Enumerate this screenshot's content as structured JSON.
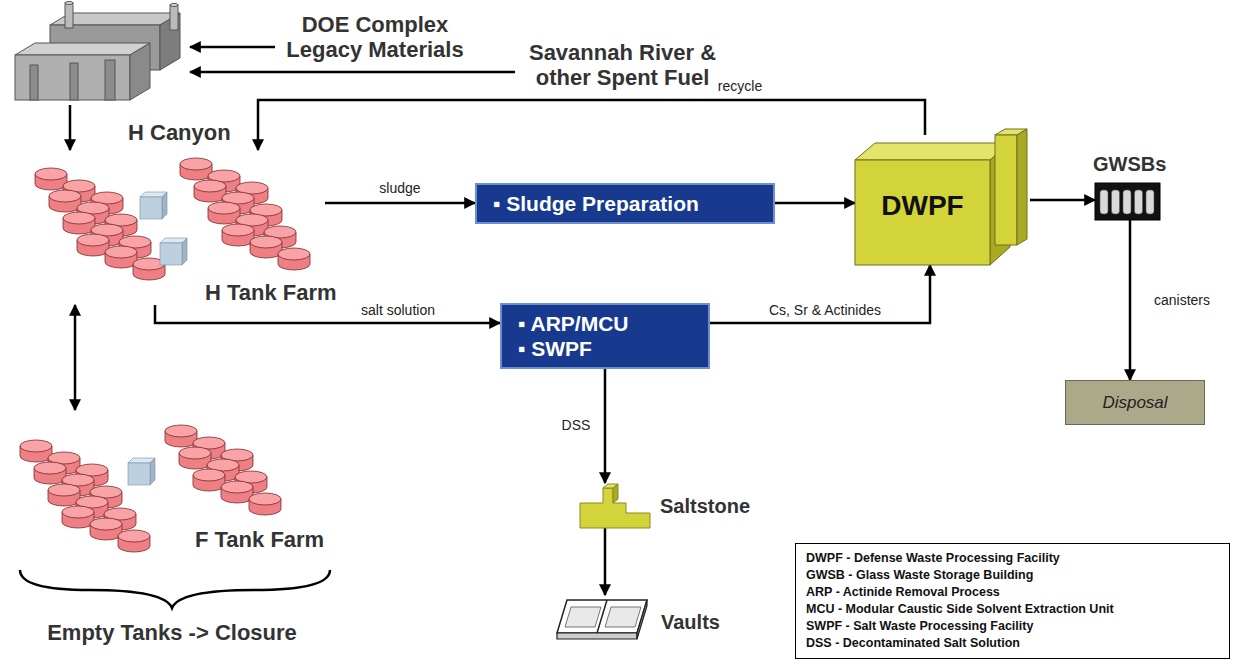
{
  "diagram": {
    "nodes": [
      {
        "text": [
          "DOE Complex Legacy Materials"
        ]
      },
      {
        "text": [
          "Savannah River & other Spent Fuel"
        ]
      },
      {
        "text": [
          "H Canyon"
        ]
      },
      {
        "text": [
          "H Tank Farm"
        ]
      },
      {
        "text": [
          "▪ Sludge Preparation"
        ]
      },
      {
        "text": [
          "DWPF"
        ]
      },
      {
        "text": [
          "GWSBs"
        ]
      },
      {
        "text": [
          "▪ ARP/MCU",
          "▪ SWPF"
        ]
      },
      {
        "text": [
          "Disposal"
        ]
      },
      {
        "text": [
          "F Tank Farm"
        ]
      },
      {
        "text": [
          "Saltstone"
        ]
      },
      {
        "text": [
          "Vaults"
        ]
      },
      {
        "text": [
          "DWPF - Defense Waste Processing Facility",
          "GWSB - Glass Waste Storage Building",
          "ARP - Actinide Removal Process",
          "MCU - Modular Caustic Side Solvent Extraction Unit",
          "SWPF - Salt Waste Processing Facility",
          "DSS - Decontaminated Salt Solution"
        ]
      }
    ],
    "edges": [
      {
        "from": 0,
        "to": 2,
        "arrow": "to"
      },
      {
        "from": 1,
        "to": 2,
        "arrow": "to"
      },
      {
        "from": 2,
        "to": 3,
        "arrow": "to"
      },
      {
        "from": 3,
        "to": 9,
        "arrow": "both"
      },
      {
        "from": 3,
        "to": 4,
        "label": "sludge",
        "arrow": "to"
      },
      {
        "from": 4,
        "to": 5,
        "arrow": "to"
      },
      {
        "from": 5,
        "to": 3,
        "label": "recycle",
        "arrow": "to"
      },
      {
        "from": 5,
        "to": 6,
        "arrow": "to"
      },
      {
        "from": 3,
        "to": 7,
        "label": "salt solution",
        "arrow": "to"
      },
      {
        "from": 7,
        "to": 5,
        "label": "Cs, Sr & Actinides",
        "arrow": "to"
      },
      {
        "from": 7,
        "to": 10,
        "label": "DSS",
        "arrow": "to"
      },
      {
        "from": 10,
        "to": 11,
        "arrow": "to"
      },
      {
        "from": 6,
        "to": 8,
        "label": "canisters",
        "arrow": "to"
      }
    ],
    "labels": [
      "Empty Tanks -> Closure"
    ]
  }
}
